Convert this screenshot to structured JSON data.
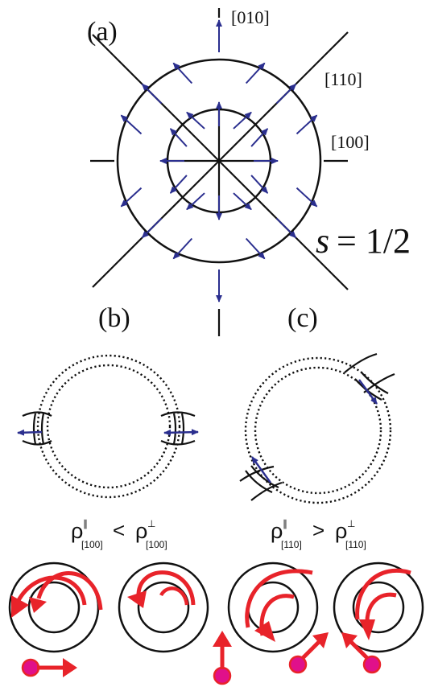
{
  "panel_a": {
    "label": "(a)",
    "dir_010": "[010]",
    "dir_110": "[110]",
    "dir_100": "[100]",
    "s_label": "s",
    "s_value": "= 1/2"
  },
  "panel_b": {
    "label": "(b)",
    "rho_sym": "ρ",
    "par": "∥",
    "perp": "⊥",
    "sub": "[100]",
    "op": "<"
  },
  "panel_c": {
    "label": "(c)",
    "rho_sym": "ρ",
    "par": "∥",
    "perp": "⊥",
    "sub": "[110]",
    "op": ">"
  },
  "colors": {
    "field_arrow": "#2b2f8f",
    "motion_arrow": "#e8232a",
    "particle_fill": "#e0108a",
    "line": "#111111"
  }
}
